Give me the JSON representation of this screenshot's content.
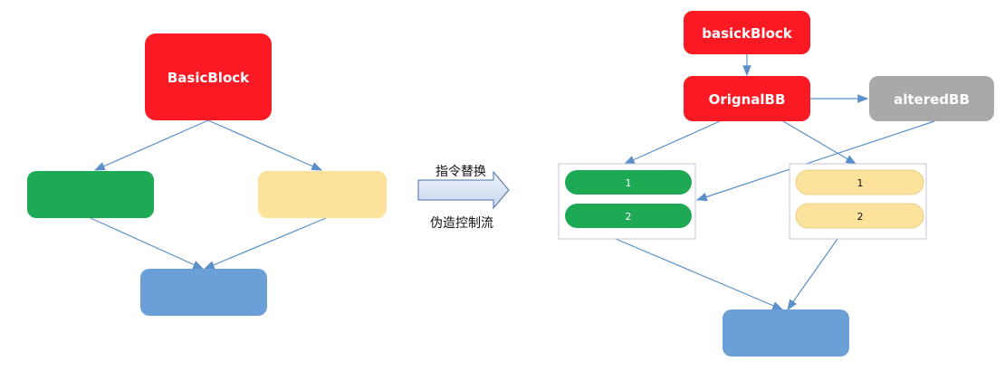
{
  "left": {
    "top_block": "BasicBlock"
  },
  "middle": {
    "label_top": "指令替换",
    "label_bottom": "伪造控制流"
  },
  "right": {
    "top_block": "basickBlock",
    "original_block": "OrignalBB",
    "altered_block": "alteredBB",
    "green_group": [
      "1",
      "2"
    ],
    "yellow_group": [
      "1",
      "2"
    ]
  },
  "colors": {
    "red": "#fb1a24",
    "green": "#1eaa55",
    "yellow": "#fde29b",
    "blue": "#6a9fd8",
    "gray": "#a9a9a9",
    "edge": "#5b8fc9"
  }
}
